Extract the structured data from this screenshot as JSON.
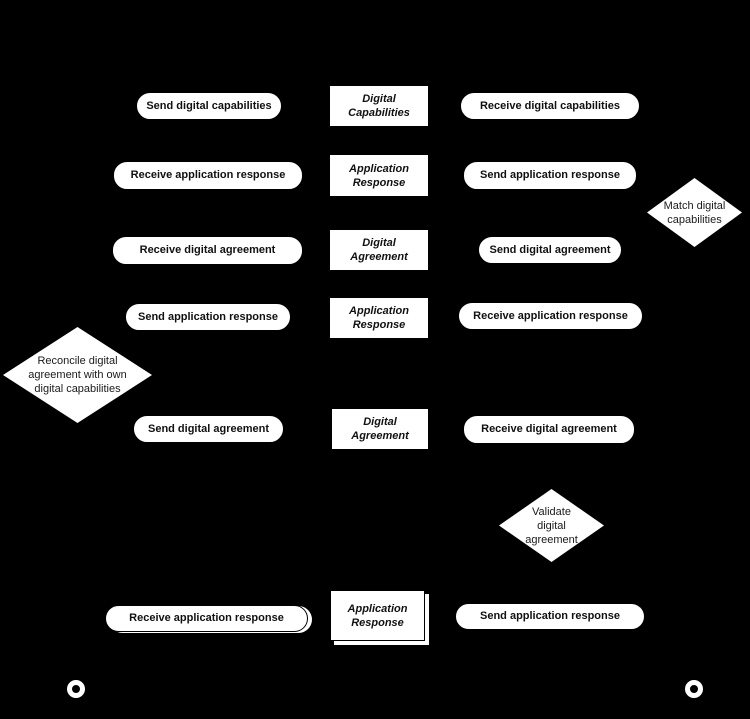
{
  "diagram": {
    "background_color": "#000000",
    "node_fill_color": "#ffffff",
    "text_color": "#111111",
    "left_tasks": [
      {
        "label": "Send digital capabilities"
      },
      {
        "label": "Receive application response"
      },
      {
        "label": "Receive digital agreement"
      },
      {
        "label": "Send application response"
      },
      {
        "label": "Send digital agreement"
      },
      {
        "label": "Receive application response"
      }
    ],
    "messages": [
      {
        "label": "Digital Capabilities"
      },
      {
        "label": "Application Response"
      },
      {
        "label": "Digital Agreement"
      },
      {
        "label": "Application Response"
      },
      {
        "label": "Digital Agreement"
      },
      {
        "label": "Application Response"
      }
    ],
    "right_tasks": [
      {
        "label": "Receive digital capabilities"
      },
      {
        "label": "Send application response"
      },
      {
        "label": "Send digital agreement"
      },
      {
        "label": "Receive application response"
      },
      {
        "label": "Receive digital agreement"
      },
      {
        "label": "Send application response"
      }
    ],
    "gateways": [
      {
        "label": "Match digital capabilities"
      },
      {
        "label": "Reconcile digital agreement with own digital capabilities"
      },
      {
        "label": "Validate digital agreement"
      }
    ]
  }
}
